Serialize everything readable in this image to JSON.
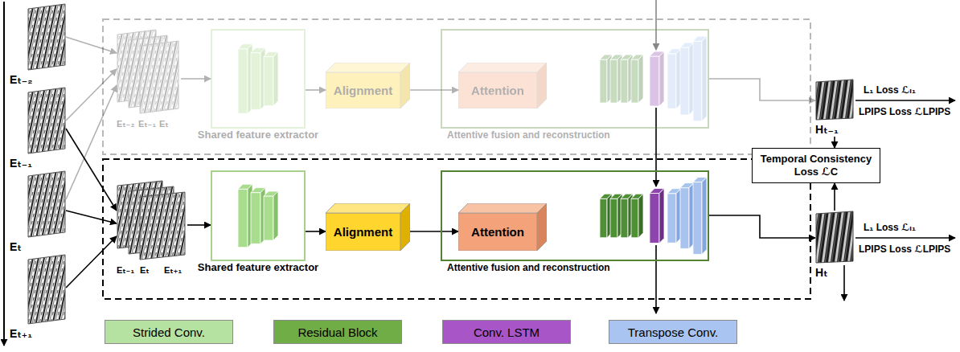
{
  "diagram": {
    "nodes": [
      {
        "text": [
          "Eₜ₋₂"
        ]
      },
      {
        "text": [
          "Eₜ₋₁"
        ]
      },
      {
        "text": [
          "Eₜ"
        ]
      },
      {
        "text": [
          "Eₜ₊₁"
        ]
      },
      {
        "text": [
          "Eₜ₋₂",
          "Eₜ₋₁",
          "Eₜ"
        ]
      },
      {
        "text": [
          "Shared feature extractor"
        ]
      },
      {
        "text": [
          "Alignment"
        ]
      },
      {
        "text": [
          "Attentive fusion and reconstruction"
        ]
      },
      {
        "text": [
          "Attention"
        ],
        "in": 7
      },
      {
        "text": [
          "Hₜ₋₁"
        ]
      },
      {
        "text": [
          "Eₜ₋₁",
          "Eₜ",
          "Eₜ₊₁"
        ]
      },
      {
        "text": [
          "Shared feature extractor"
        ]
      },
      {
        "text": [
          "Alignment"
        ]
      },
      {
        "text": [
          "Attentive fusion and reconstruction"
        ]
      },
      {
        "text": [
          "Attention"
        ],
        "in": 13
      },
      {
        "text": [
          "Temporal Consistency Loss ℒC"
        ]
      },
      {
        "text": [
          "Hₜ"
        ]
      }
    ],
    "edges": [
      {
        "from": 0,
        "to": 4,
        "arrow": "to"
      },
      {
        "from": 1,
        "to": 4,
        "arrow": "to"
      },
      {
        "from": 2,
        "to": 4,
        "arrow": "to"
      },
      {
        "from": 4,
        "to": 5,
        "arrow": "to"
      },
      {
        "from": 5,
        "to": 6,
        "arrow": "to"
      },
      {
        "from": 6,
        "to": 8,
        "arrow": "to"
      },
      {
        "from": 7,
        "to": 9,
        "arrow": "to"
      },
      {
        "from": 1,
        "to": 10,
        "arrow": "to"
      },
      {
        "from": 2,
        "to": 10,
        "arrow": "to"
      },
      {
        "from": 3,
        "to": 10,
        "arrow": "to"
      },
      {
        "from": 10,
        "to": 11,
        "arrow": "to"
      },
      {
        "from": 11,
        "to": 12,
        "arrow": "to"
      },
      {
        "from": 12,
        "to": 14,
        "arrow": "to"
      },
      {
        "from": 13,
        "to": 16,
        "arrow": "to"
      },
      {
        "from": 9,
        "to": 15,
        "arrow": "to"
      },
      {
        "from": 16,
        "to": 15,
        "arrow": "to"
      }
    ],
    "labels": [
      "L₁ Loss ℒₗ₁",
      "LPIPS Loss ℒLPIPS",
      "L₁ Loss ℒₗ₁",
      "LPIPS Loss ℒLPIPS"
    ],
    "legend": [
      {
        "text": "Strided Conv.",
        "color": "#b5e2a0"
      },
      {
        "text": "Residual Block",
        "color": "#70ad47"
      },
      {
        "text": "Conv. LSTM",
        "color": "#a855c7"
      },
      {
        "text": "Transpose Conv.",
        "color": "#a9c4f0"
      }
    ]
  }
}
